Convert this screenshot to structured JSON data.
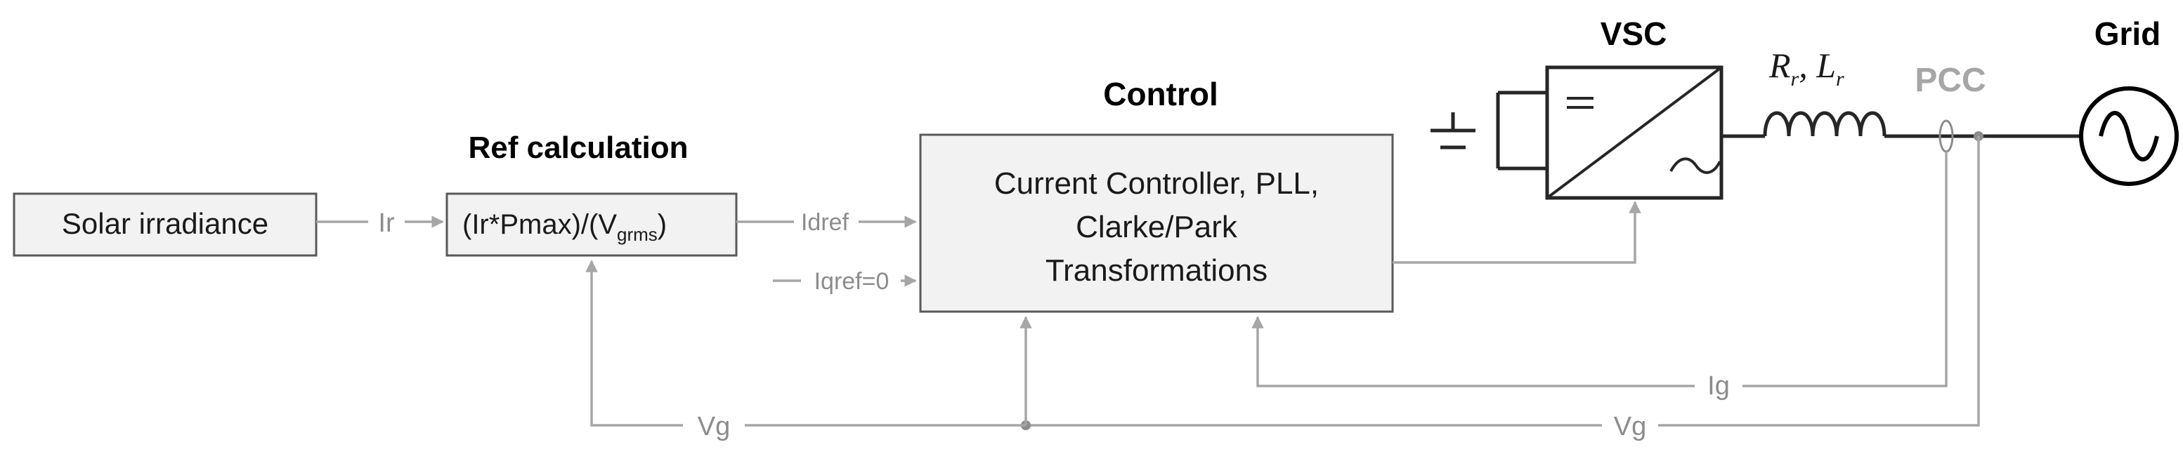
{
  "blocks": {
    "solar": "Solar irradiance",
    "ref_expr": "(Ir*Pmax)/(V",
    "ref_sub": "grms",
    "ref_close": ")",
    "control_line1": "Current Controller, PLL,",
    "control_line2": "Clarke/Park",
    "control_line3": "Transformations"
  },
  "titles": {
    "ref": "Ref calculation",
    "control": "Control",
    "vsc": "VSC",
    "grid": "Grid",
    "pcc": "PCC"
  },
  "filter": {
    "r": "R",
    "r_sub": "r",
    "sep": ", ",
    "l": "L",
    "l_sub": "r"
  },
  "signals": {
    "ir": "Ir",
    "idref": "Idref",
    "iqref": "Iqref=0",
    "ig": "Ig",
    "vg_left": "Vg",
    "vg_right": "Vg"
  },
  "colors": {
    "signal_wire": "#a6a6a6",
    "power_wire": "#262626",
    "block_fill": "#f2f2f2",
    "pcc_text": "#a6a6a6"
  }
}
